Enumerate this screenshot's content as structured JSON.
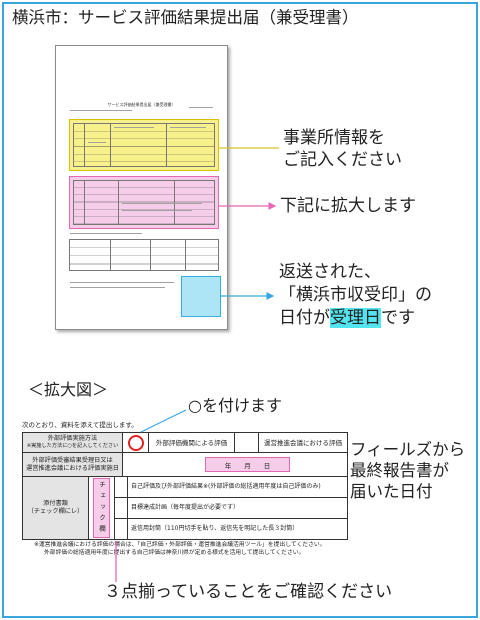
{
  "title": "横浜市：サービス評価結果提出届（兼受理書）",
  "colors": {
    "frame": "#3aa6df",
    "highlight": "#52e4ef",
    "yellow": "#f8f08a",
    "yellowline": "#d8c42a",
    "pinkfill": "#f6cde8",
    "pinkline": "#e466b5",
    "cyanbox": "#aee5f6",
    "cyanline": "#38aee0",
    "circle": "#e42121"
  },
  "thumbnail": {
    "form_title": "サービス評価結果提出届（兼受理書）"
  },
  "callouts": {
    "office_info": {
      "line1": "事業所情報を",
      "line2": "ご記入ください"
    },
    "enlarge": "下記に拡大します",
    "stamp": {
      "line1": "返送された、",
      "line2": "「横浜市収受印」の",
      "line3_pre": "日付が",
      "line3_highlight": "受理日",
      "line3_post": "です"
    },
    "circle": "○を付けます",
    "fields": {
      "line1": "フィールズから",
      "line2": "最終報告書が",
      "line3": "届いた日付"
    },
    "check": "３点揃っていることをご確認ください"
  },
  "zoom": {
    "heading": "＜拡大図＞",
    "intro": "次のとおり、資料を添えて提出します。",
    "method": {
      "label": "外部評価実施方法",
      "note": "※実施した方法に○を記入してください",
      "option1": "外部評価機関による評価",
      "option2": "運営推進会議における評価"
    },
    "date": {
      "label1": "外部評価受審結果受理日又は",
      "label2": "運営推進会議における評価実施日",
      "value": "年　　月　　日"
    },
    "attachments": {
      "label": "添付書類",
      "label_note": "（チェック欄にレ）",
      "check_header": "チェック欄",
      "items": [
        "自己評価及び外部評価結果※(外部評価の総括適用年度は自己評価のみ)",
        "目標達成計画（毎年度提出が必要です）",
        "返信用封筒（110円切手を貼り、返信先を明記した長３封筒）"
      ]
    },
    "notes": [
      "※運営推進会議における評価の場合は、「自己評価・外部評価・運営推進会議活用ツール」を提出してください。",
      "外部評価の総括適用年度に提出する自己評価は神奈川県が定める様式を活用して提出してください。"
    ]
  }
}
